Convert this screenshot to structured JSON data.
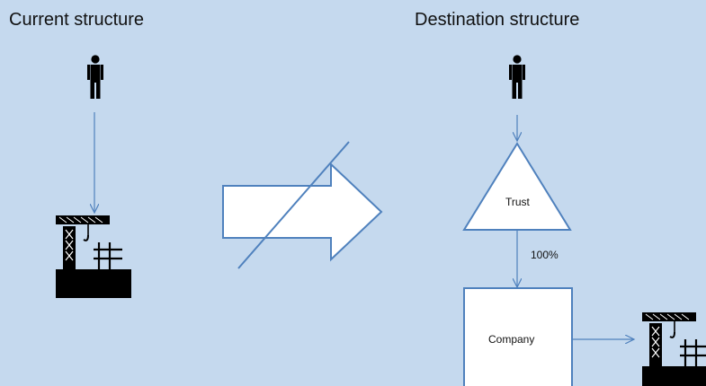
{
  "current": {
    "title": "Current structure"
  },
  "destination": {
    "title": "Destination structure",
    "trust_label": "Trust",
    "ownership_label": "100%",
    "company_label": "Company"
  },
  "colors": {
    "background": "#c5d9ee",
    "line": "#4f81bd",
    "shape_fill": "#ffffff",
    "icon": "#000000"
  },
  "icons": [
    "person-icon",
    "construction-site-icon",
    "transition-arrow-icon",
    "strike-line"
  ]
}
